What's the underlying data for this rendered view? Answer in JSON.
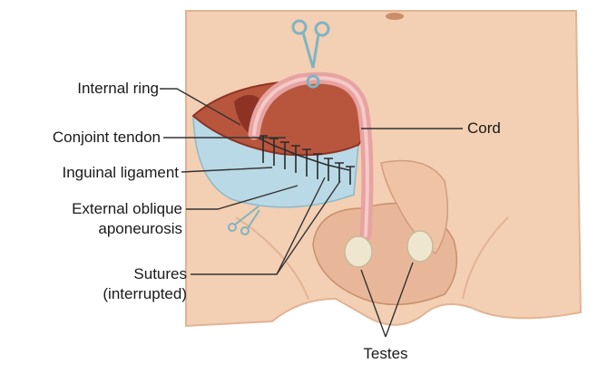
{
  "colors": {
    "skin": "#f3cfb3",
    "skin_shadow": "#e2b394",
    "wound": "#b8563d",
    "wound_dark": "#8e3324",
    "aponeurosis": "#b9d9e6",
    "cord": "#e7a3a1",
    "testis": "#efe6cf",
    "suture": "#2a2a2a",
    "instrument": "#7fb4c2",
    "leader_line": "#333333"
  },
  "labels": {
    "internal_ring": "Internal ring",
    "conjoint_tendon": "Conjoint tendon",
    "inguinal_ligament": "Inguinal ligament",
    "external_oblique_line1": "External oblique",
    "external_oblique_line2": "aponeurosis",
    "sutures_line1": "Sutures",
    "sutures_line2": "(interrupted)",
    "cord": "Cord",
    "testes": "Testes"
  },
  "icons": {
    "top_clamp": "forceps-icon",
    "side_clamp": "scissors-icon"
  }
}
